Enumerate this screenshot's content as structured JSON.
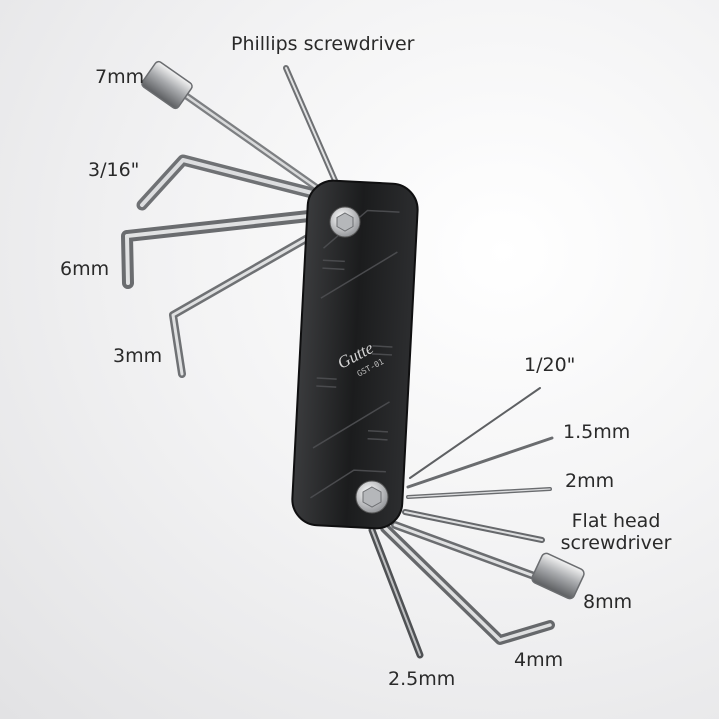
{
  "product": {
    "brand": "Gutte",
    "model": "GST-01"
  },
  "labels": {
    "phillips": "Phillips screwdriver",
    "mm7": "7mm",
    "in3_16": "3/16\"",
    "mm6": "6mm",
    "mm3": "3mm",
    "in1_20": "1/20\"",
    "mm1_5": "1.5mm",
    "mm2": "2mm",
    "flat_line1": "Flat head",
    "flat_line2": "screwdriver",
    "mm8": "8mm",
    "mm4": "4mm",
    "mm2_5": "2.5mm"
  }
}
